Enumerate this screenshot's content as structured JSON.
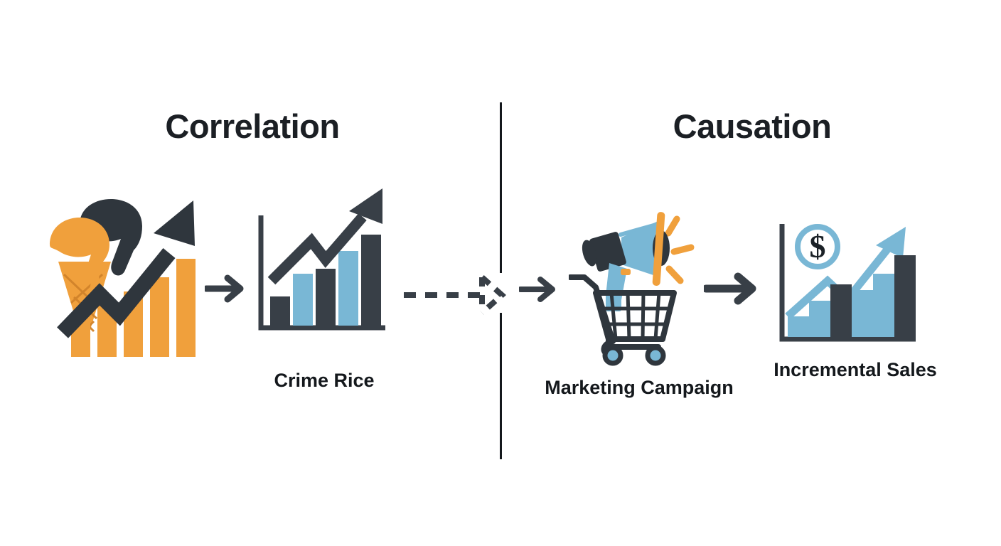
{
  "meta": {
    "background_color": "#ffffff",
    "dark_color": "#383F47",
    "ink_color": "#14181c",
    "blue_color": "#79B7D5",
    "orange_color": "#F0A03C"
  },
  "sections": {
    "left": {
      "title": "Correlation"
    },
    "right": {
      "title": "Causation"
    }
  },
  "captions": {
    "crime": "Crime Rice",
    "marketing": "Marketing Campaign",
    "sales": "Incremental Sales"
  },
  "icons": {
    "icecream": "ice-cream-cone-with-bar-chart-icon",
    "arrow_1": "right-arrow-icon",
    "arrow_2": "right-arrow-icon",
    "arrow_3": "right-arrow-icon",
    "dashed_arrow": "dashed-right-arrow-icon",
    "megaphone_cart": "megaphone-shopping-cart-icon",
    "divider": "vertical-divider"
  },
  "chart_data": [
    {
      "type": "bar",
      "title": "Crime Rice",
      "categories": [
        "1",
        "2",
        "3",
        "4",
        "5"
      ],
      "values": [
        28,
        50,
        52,
        70,
        82
      ],
      "bar_colors": [
        "#383F47",
        "#79B7D5",
        "#383F47",
        "#79B7D5",
        "#383F47"
      ],
      "ylim": [
        0,
        100
      ],
      "xlabel": "",
      "ylabel": "",
      "grid": false,
      "legend": "none",
      "annotations": [
        "upward zigzag trend arrow"
      ]
    },
    {
      "type": "bar",
      "title": "Incremental Sales",
      "categories": [
        "1",
        "2",
        "3",
        "4",
        "5",
        "6"
      ],
      "values": [
        22,
        38,
        52,
        46,
        62,
        82
      ],
      "bar_colors": [
        "#79B7D5",
        "#79B7D5",
        "#383F47",
        "#79B7D5",
        "#79B7D5",
        "#383F47"
      ],
      "ylim": [
        0,
        100
      ],
      "xlabel": "",
      "ylabel": "",
      "grid": false,
      "legend": "none",
      "annotations": [
        "upward zigzag trend arrow",
        "dollar sign in circle"
      ]
    },
    {
      "type": "bar",
      "title": "Ice Cream Sales",
      "categories": [
        "1",
        "2",
        "3",
        "4",
        "5"
      ],
      "values": [
        34,
        52,
        64,
        76,
        96
      ],
      "bar_colors": [
        "#F0A03C",
        "#F0A03C",
        "#F0A03C",
        "#F0A03C",
        "#F0A03C"
      ],
      "ylim": [
        0,
        100
      ],
      "xlabel": "",
      "ylabel": "",
      "grid": false,
      "legend": "none",
      "annotations": [
        "upward zigzag trend arrow",
        "ice cream cone"
      ]
    }
  ]
}
